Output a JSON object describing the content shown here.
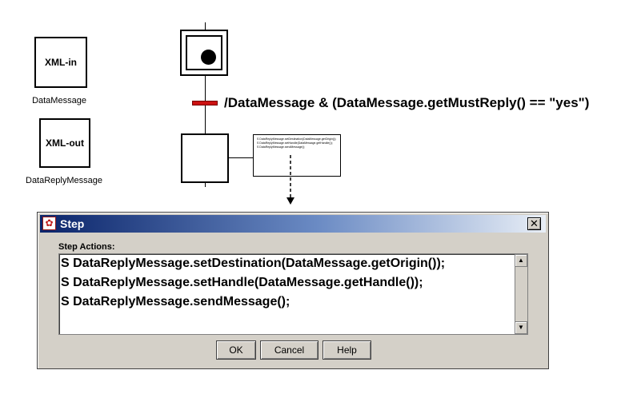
{
  "palette": {
    "xml_in": {
      "label": "XML-in",
      "caption": "DataMessage"
    },
    "xml_out": {
      "label": "XML-out",
      "caption": "DataReplyMessage"
    }
  },
  "diagram": {
    "transition_condition": "/DataMessage & (DataMessage.getMustReply() == \"yes\")",
    "step_actions_preview": [
      "S DataReplyMessage.setDestination(DataMessage.getOrigin());",
      "S DataReplyMessage.setHandle(DataMessage.getHandle());",
      "S DataReplyMessage.sendMessage();"
    ],
    "transition_color": "#cc1111"
  },
  "dialog": {
    "title": "Step",
    "close_glyph": "✕",
    "field_label": "Step Actions:",
    "actions": [
      "S DataReplyMessage.setDestination(DataMessage.getOrigin());",
      "S DataReplyMessage.setHandle(DataMessage.getHandle());",
      "S DataReplyMessage.sendMessage();"
    ],
    "buttons": {
      "ok": "OK",
      "cancel": "Cancel",
      "help": "Help"
    },
    "titlebar_color": "#0a246a"
  }
}
